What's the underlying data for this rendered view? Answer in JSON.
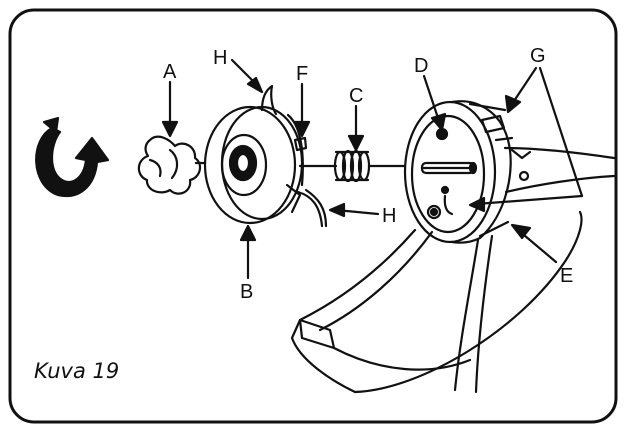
{
  "figure": {
    "caption": "Kuva 19",
    "labels": {
      "a": "A",
      "b": "B",
      "c": "C",
      "d": "D",
      "e": "E",
      "f": "F",
      "g": "G",
      "h_top": "H",
      "h_right": "H"
    },
    "icons": {
      "rotation_arrow": "counterclockwise-rotation-arrow-icon"
    }
  }
}
